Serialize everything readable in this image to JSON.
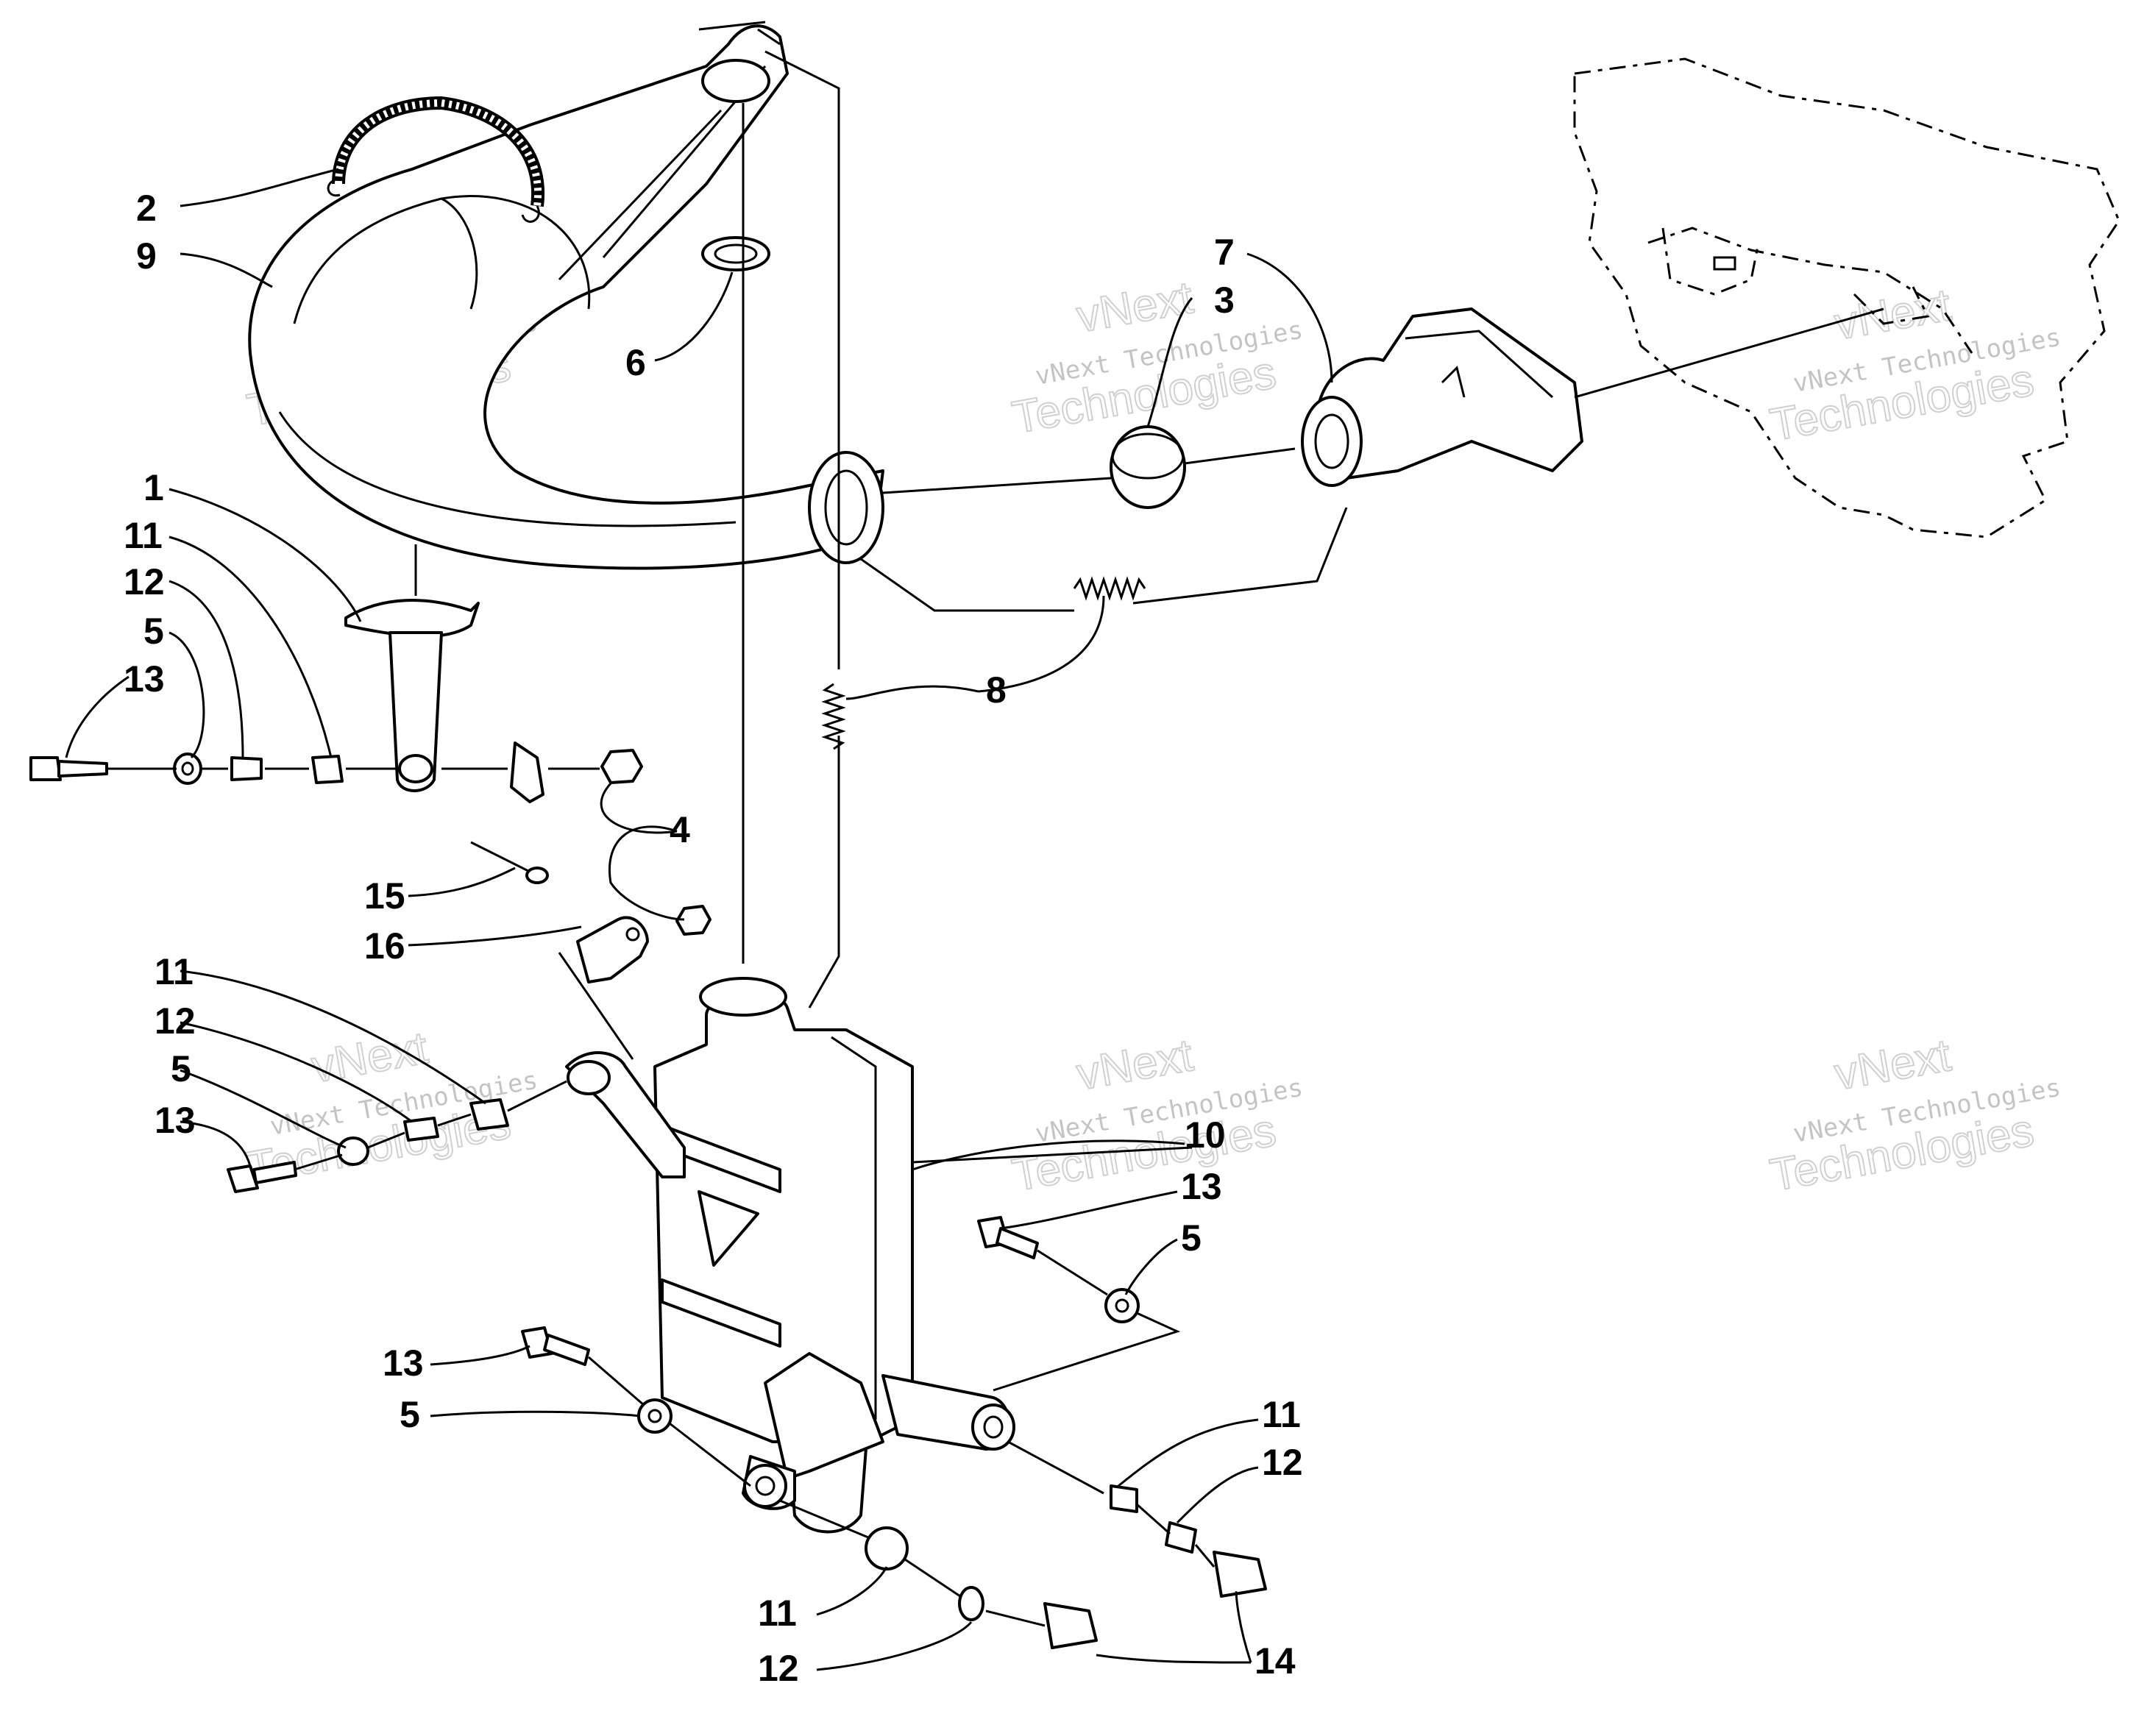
{
  "callouts": {
    "c1": "1",
    "c2": "2",
    "c3": "3",
    "c4": "4",
    "c5a": "5",
    "c5b": "5",
    "c5c": "5",
    "c5d": "5",
    "c6": "6",
    "c7": "7",
    "c8": "8",
    "c9": "9",
    "c10": "10",
    "c11a": "11",
    "c11b": "11",
    "c11c": "11",
    "c11d": "11",
    "c12a": "12",
    "c12b": "12",
    "c12c": "12",
    "c12d": "12",
    "c13a": "13",
    "c13b": "13",
    "c13c": "13",
    "c13d": "13",
    "c14": "14",
    "c15": "15",
    "c16": "16"
  },
  "watermark": {
    "company": "vNext Technologies",
    "line1": "vNext",
    "line2": "Technologies"
  }
}
